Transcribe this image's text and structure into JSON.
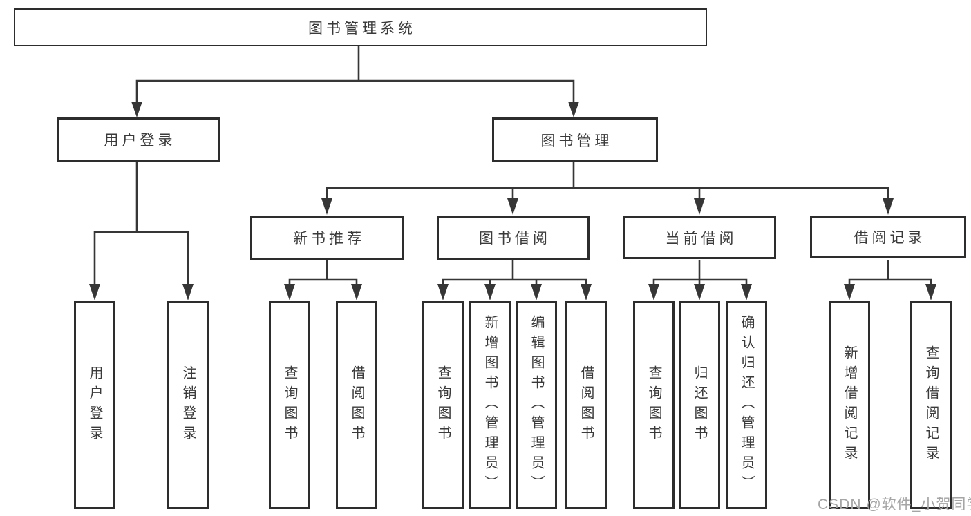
{
  "colors": {
    "box_border": "#2d2d2d",
    "connector": "#363636",
    "text": "#3a3a3a",
    "watermark": "#a5a5a5",
    "background": "#ffffff"
  },
  "tree": {
    "root": {
      "label": "图书管理系统"
    },
    "branches": [
      {
        "label": "用户登录",
        "children": [
          {
            "label": "用户登录"
          },
          {
            "label": "注销登录"
          }
        ]
      },
      {
        "label": "图书管理",
        "children": [
          {
            "label": "新书推荐",
            "children": [
              {
                "label": "查询图书"
              },
              {
                "label": "借阅图书"
              }
            ]
          },
          {
            "label": "图书借阅",
            "children": [
              {
                "label": "查询图书"
              },
              {
                "label": "新增图书（管理员）"
              },
              {
                "label": "编辑图书（管理员）"
              },
              {
                "label": "借阅图书"
              }
            ]
          },
          {
            "label": "当前借阅",
            "children": [
              {
                "label": "查询图书"
              },
              {
                "label": "归还图书"
              },
              {
                "label": "确认归还（管理员）"
              }
            ]
          },
          {
            "label": "借阅记录",
            "children": [
              {
                "label": "新增借阅记录"
              },
              {
                "label": "查询借阅记录"
              }
            ]
          }
        ]
      }
    ]
  },
  "watermark": {
    "text": "CSDN @软件_小贺同学"
  }
}
